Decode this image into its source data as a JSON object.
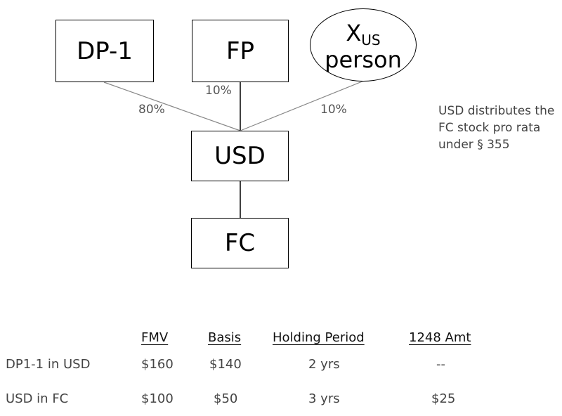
{
  "diagram": {
    "entities": {
      "dp1": "DP-1",
      "fp": "FP",
      "x_main": "X",
      "x_sub": "US",
      "x_line2": "person",
      "usd": "USD",
      "fc": "FC"
    },
    "percentages": {
      "dp1": "80%",
      "fp": "10%",
      "x": "10%"
    },
    "note": "USD distributes the FC stock pro rata under § 355"
  },
  "table": {
    "headers": [
      "FMV",
      "Basis",
      "Holding Period",
      "1248 Amt"
    ],
    "rows": [
      {
        "label": "DP1-1 in USD",
        "fmv": "$160",
        "basis": "$140",
        "holding": "2 yrs",
        "amt1248": "--"
      },
      {
        "label": "USD in FC",
        "fmv": "$100",
        "basis": "$50",
        "holding": "3 yrs",
        "amt1248": "$25"
      }
    ]
  }
}
